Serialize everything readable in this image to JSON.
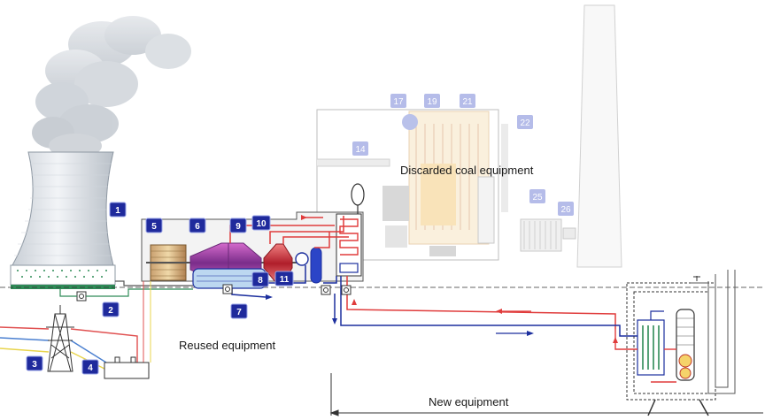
{
  "labels": {
    "discarded": "Discarded coal equipment",
    "reused": "Reused equipment",
    "new": "New equipment"
  },
  "badges": {
    "reused_new": [
      "1",
      "2",
      "3",
      "4",
      "5",
      "6",
      "7",
      "8",
      "9",
      "10",
      "11"
    ],
    "discarded": [
      "14",
      "17",
      "19",
      "21",
      "22",
      "25",
      "26"
    ]
  },
  "colors": {
    "badge": "#1f2a9c",
    "badge_faded": "#aab0e6",
    "hot_line": "#e03c3c",
    "cold_line": "#1c2f9e",
    "cooling_line": "#2e8b57",
    "power_line_yellow": "#e8d44c",
    "power_line_red": "#e05050",
    "power_line_blue": "#4a7fd0"
  }
}
